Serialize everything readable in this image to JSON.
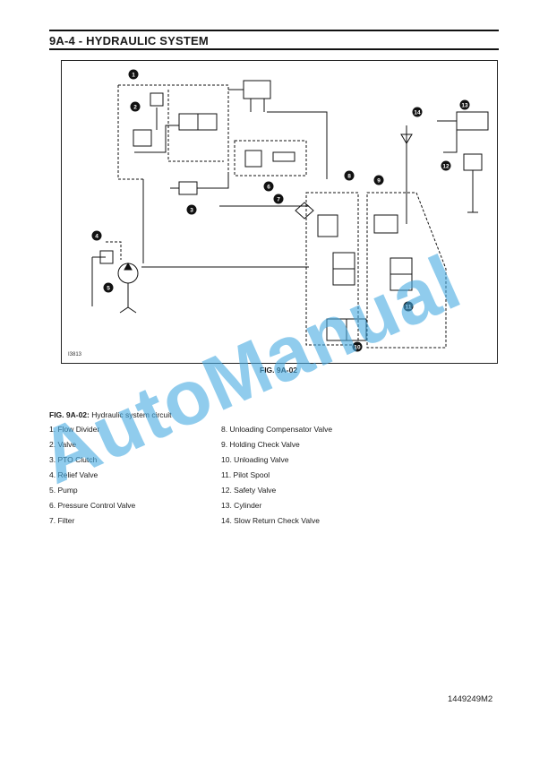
{
  "header": {
    "title": "9A-4 - HYDRAULIC SYSTEM"
  },
  "figure": {
    "id": "I3813",
    "label": "FIG. 9A-02",
    "callouts": [
      "1",
      "2",
      "3",
      "4",
      "5",
      "6",
      "7",
      "8",
      "9",
      "10",
      "11",
      "12",
      "13",
      "14"
    ]
  },
  "caption": {
    "prefix": "FIG. 9A-02:",
    "text": "Hydraulic system circuit"
  },
  "legend": [
    "1. Flow Divider",
    "2. Valve",
    "3. PTO Clutch",
    "4. Relief Valve",
    "5. Pump",
    "6. Pressure Control Valve",
    "7. Filter",
    "8. Unloading Compensator Valve",
    "9. Holding Check Valve",
    "10. Unloading Valve",
    "11. Pilot Spool",
    "12. Safety Valve",
    "13. Cylinder",
    "14. Slow Return Check Valve"
  ],
  "doc_number": "1449249M2",
  "watermark": "AutoManual",
  "colors": {
    "text": "#1a1a1a",
    "watermark": "#46aae1"
  }
}
